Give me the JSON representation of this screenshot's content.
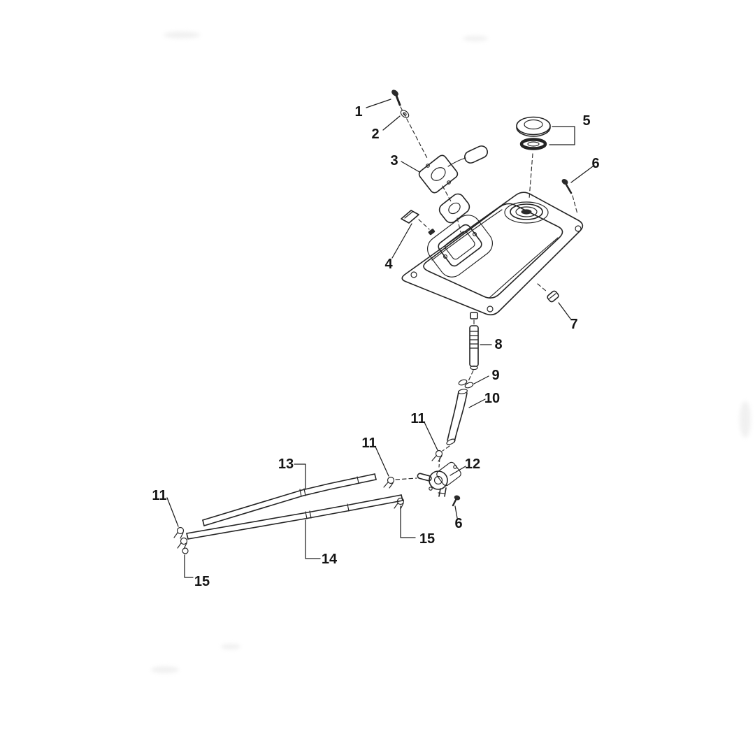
{
  "page": {
    "background_color": "#ffffff",
    "line_color": "#232323",
    "label_color": "#141414"
  },
  "diagram": {
    "kind": "exploded-parts-diagram",
    "callouts": [
      {
        "number": "1"
      },
      {
        "number": "2"
      },
      {
        "number": "3"
      },
      {
        "number": "5"
      },
      {
        "number": "6"
      },
      {
        "number": "4"
      },
      {
        "number": "7"
      },
      {
        "number": "8"
      },
      {
        "number": "9"
      },
      {
        "number": "10"
      },
      {
        "number": "11"
      },
      {
        "number": "12"
      },
      {
        "number": "11"
      },
      {
        "number": "13"
      },
      {
        "number": "14"
      },
      {
        "number": "11"
      },
      {
        "number": "15"
      },
      {
        "number": "15"
      },
      {
        "number": "6"
      }
    ]
  }
}
